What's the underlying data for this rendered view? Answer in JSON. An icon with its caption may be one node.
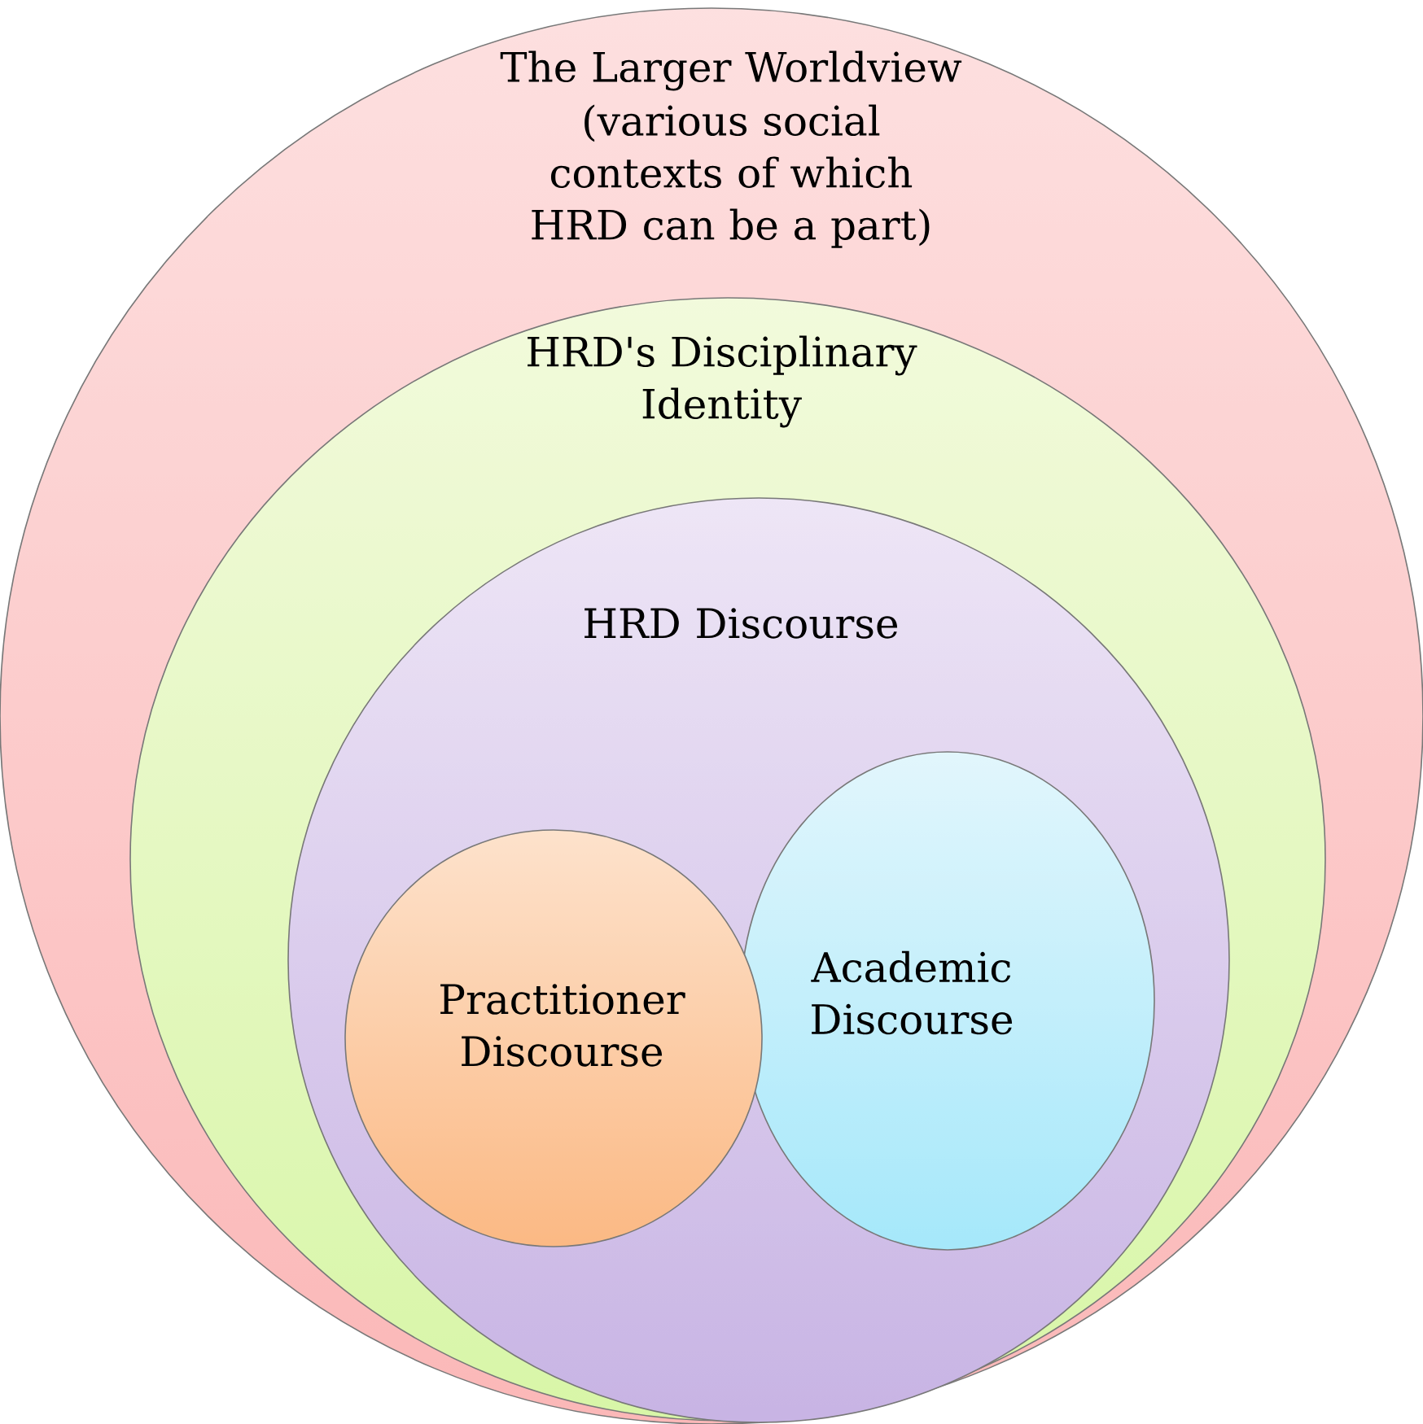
{
  "diagram": {
    "nodes": [
      {
        "text": [
          "The Larger Worldview",
          "(various social contexts of which HRD can be a part)"
        ]
      },
      {
        "text": [
          "HRD's Disciplinary Identity"
        ],
        "in": 0
      },
      {
        "text": [
          "HRD Discourse"
        ],
        "in": 1
      },
      {
        "text": [
          "Practitioner Discourse"
        ],
        "in": 2
      },
      {
        "text": [
          "Academic Discourse"
        ],
        "in": 2
      }
    ]
  }
}
